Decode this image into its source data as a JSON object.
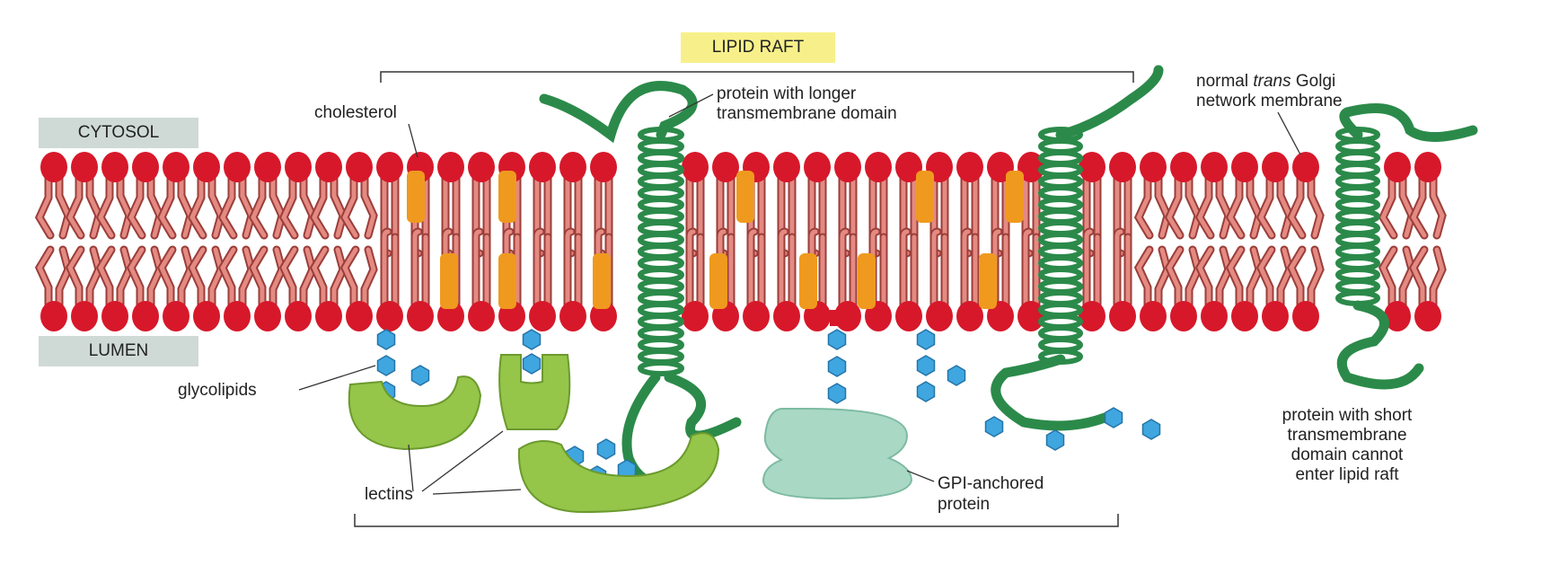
{
  "labels": {
    "raft": "LIPID RAFT",
    "cytosol": "CYTOSOL",
    "lumen": "LUMEN",
    "cholesterol": "cholesterol",
    "long_protein_1": "protein with longer",
    "long_protein_2": "transmembrane domain",
    "golgi_1a": "normal ",
    "golgi_1b": "trans",
    "golgi_1c": " Golgi",
    "golgi_2": "network membrane",
    "glycolipids": "glycolipids",
    "lectins": "lectins",
    "gpi_1": "GPI-anchored",
    "gpi_2": "protein",
    "short_1": "protein with short",
    "short_2": "transmembrane",
    "short_3": "domain cannot",
    "short_4": "enter lipid raft"
  },
  "colors": {
    "head": "#d7182a",
    "tail": "#e48a82",
    "tail_edge": "#9b3e3a",
    "cholesterol": "#ef9a1e",
    "helix": "#2b8a4a",
    "sugar": "#3fa6e0",
    "lectin": "#95c549",
    "gpi": "#a9d8c4",
    "raft_label": "#f7f08a",
    "side_label": "#cfdad6"
  }
}
